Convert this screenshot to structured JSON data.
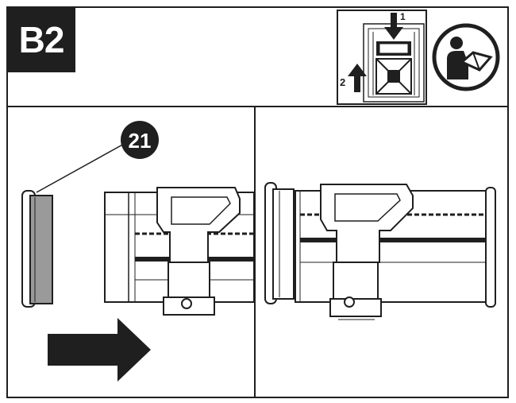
{
  "step": {
    "label": "B2"
  },
  "inset": {
    "marker_1": "1",
    "marker_2": "2"
  },
  "left_panel": {
    "callout_number": "21"
  },
  "icons": {
    "manual": "read-manual-icon",
    "direction": "arrow-right-icon",
    "inset_down": "arrow-down-icon",
    "inset_up": "arrow-up-icon"
  },
  "colors": {
    "ink": "#1f1f1f",
    "seal_gray": "#9a9a9a",
    "paper": "#ffffff"
  }
}
